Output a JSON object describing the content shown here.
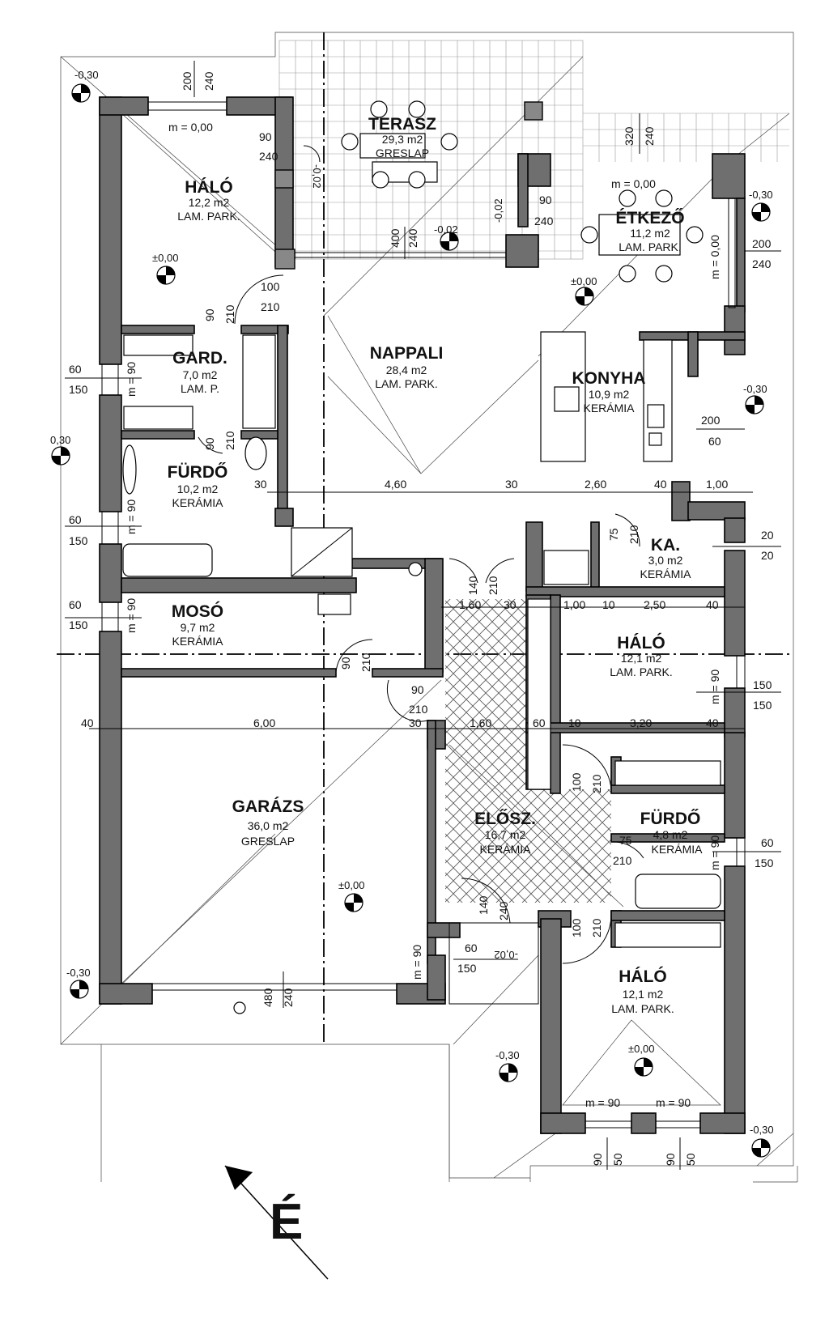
{
  "rooms": [
    {
      "id": "halo1",
      "name": "HÁLÓ",
      "area": "12,2 m2",
      "floor": "LAM. PARK."
    },
    {
      "id": "terasz",
      "name": "TERASZ",
      "area": "29,3 m2",
      "floor": "GRESLAP"
    },
    {
      "id": "etkezo",
      "name": "ÉTKEZŐ",
      "area": "11,2 m2",
      "floor": "LAM. PARK."
    },
    {
      "id": "nappali",
      "name": "NAPPALI",
      "area": "28,4 m2",
      "floor": "LAM. PARK."
    },
    {
      "id": "konyha",
      "name": "KONYHA",
      "area": "10,9 m2",
      "floor": "KERÁMIA"
    },
    {
      "id": "gard",
      "name": "GARD.",
      "area": "7,0 m2",
      "floor": "LAM. P."
    },
    {
      "id": "furdo1",
      "name": "FÜRDŐ",
      "area": "10,2 m2",
      "floor": "KERÁMIA"
    },
    {
      "id": "ka",
      "name": "KA.",
      "area": "3,0 m2",
      "floor": "KERÁMIA"
    },
    {
      "id": "moso",
      "name": "MOSÓ",
      "area": "9,7 m2",
      "floor": "KERÁMIA"
    },
    {
      "id": "halo2",
      "name": "HÁLÓ",
      "area": "12,1 m2",
      "floor": "LAM. PARK."
    },
    {
      "id": "garazs",
      "name": "GARÁZS",
      "area": "36,0 m2",
      "floor": "GRESLAP"
    },
    {
      "id": "elosz",
      "name": "ELŐSZ.",
      "area": "16,7 m2",
      "floor": "KERÁMIA"
    },
    {
      "id": "furdo2",
      "name": "FÜRDŐ",
      "area": "4,8 m2",
      "floor": "KERÁMIA"
    },
    {
      "id": "halo3",
      "name": "HÁLÓ",
      "area": "12,1 m2",
      "floor": "LAM. PARK."
    }
  ],
  "levels": {
    "l1": "-0,30",
    "l2": "±0,00",
    "l3": "-0,02",
    "l4": "-0,02",
    "l5": "±0,00",
    "l6": "-0,30",
    "l7": "-0,30",
    "l8": "0,30",
    "l9": "±0,00",
    "l10": "-0,30",
    "l11": "-0,30",
    "l12": "±0,00",
    "l13": "-0,30",
    "l14": "-0,02",
    "l15": "-0,02"
  },
  "parapets": {
    "p1": "m = 0,00",
    "p2": "m = 0,00",
    "p3": "m = 90",
    "p4": "m = 90",
    "p5": "m = 90",
    "p6": "m = 90",
    "p7": "m = 90",
    "p8": "m = 90",
    "p9": "m = 90",
    "p10": "m = 90",
    "p11": "m = 0,00"
  },
  "dimensions": {
    "d200a": "200",
    "d240a": "240",
    "d320": "320",
    "d240b": "240",
    "d90a": "90",
    "d240c": "240",
    "d90b": "90",
    "d240d": "240",
    "d200b": "200",
    "d240e": "240",
    "d400": "400",
    "d240f": "240",
    "d100a": "100",
    "d210a": "210",
    "d90c": "90",
    "d210b": "210",
    "d60a": "60",
    "d150a": "150",
    "d200c": "200",
    "d60b": "60",
    "d90d": "90",
    "d210c": "210",
    "d30a": "30",
    "d460": "4,60",
    "d30b": "30",
    "d260": "2,60",
    "d40a": "40",
    "d100b": "1,00",
    "d60c": "60",
    "d150b": "150",
    "d75a": "75",
    "d210d": "210",
    "d20a": "20",
    "d20b": "20",
    "d140a": "140",
    "d210e": "210",
    "d60d": "60",
    "d150c": "150",
    "d160a": "1,60",
    "d30c": "30",
    "d100c": "1,00",
    "d10a": "10",
    "d250": "2,50",
    "d40b": "40",
    "d90e": "90",
    "d210f": "210",
    "d90f": "90",
    "d210g": "210",
    "d150d": "150",
    "d150e": "150",
    "d40c": "40",
    "d600": "6,00",
    "d30d": "30",
    "d160b": "1,60",
    "d60e": "60",
    "d10b": "10",
    "d320b": "3,20",
    "d40d": "40",
    "d100d": "100",
    "d210h": "210",
    "d75b": "75",
    "d210i": "210",
    "d60f": "60",
    "d150f": "150",
    "d140b": "140",
    "d240g": "240",
    "d100e": "100",
    "d210j": "210",
    "d60g": "60",
    "d150g": "150",
    "d480": "480",
    "d240h": "240",
    "d90g": "90",
    "d50a": "50",
    "d90h": "90",
    "d50b": "50"
  },
  "north": "É"
}
